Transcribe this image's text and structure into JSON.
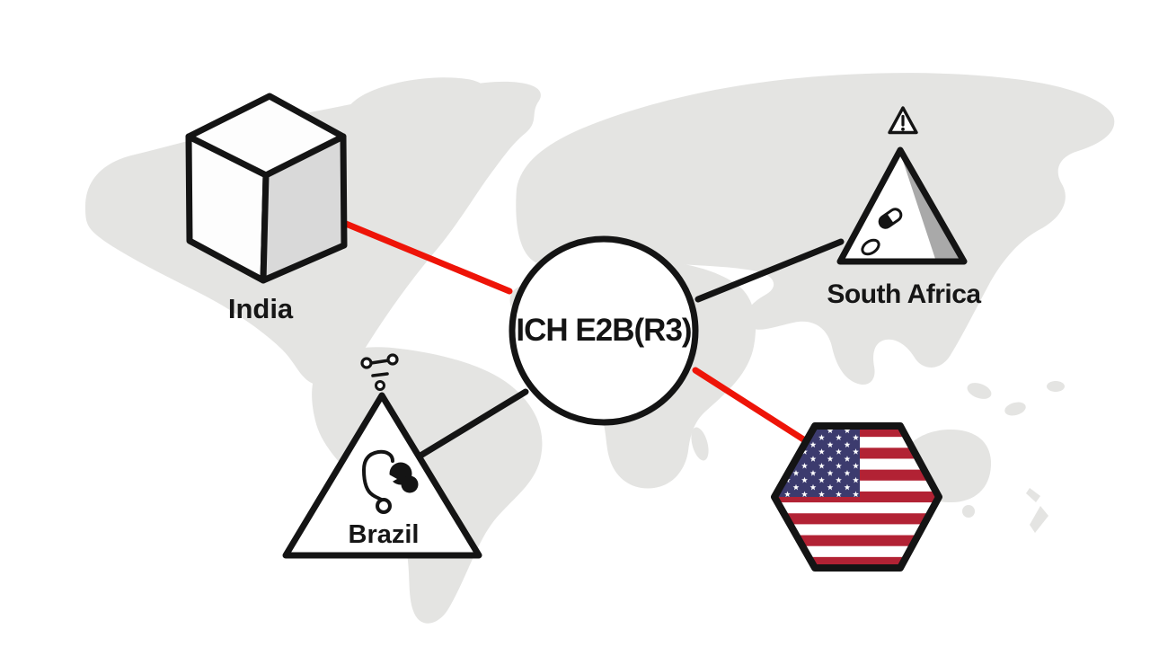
{
  "diagram": {
    "type": "hub-and-spoke",
    "background": "faded-world-map",
    "center": {
      "label": "ICH E2B(R3)",
      "shape": "circle"
    },
    "nodes": [
      {
        "id": "india",
        "label": "India",
        "shape": "isometric-cube",
        "icon": "cube-icon",
        "connector_color": "#ee1408"
      },
      {
        "id": "south-africa",
        "label": "South Africa",
        "shape": "pyramid",
        "icons": [
          "warning-icon",
          "capsule-icon",
          "pill-icon"
        ],
        "connector_color": "#141414"
      },
      {
        "id": "brazil",
        "label": "Brazil",
        "shape": "triangle",
        "icons": [
          "network-nodes-icon",
          "stethoscope-icon"
        ],
        "connector_color": "#141414"
      },
      {
        "id": "united-states",
        "label": "",
        "shape": "hexagon",
        "icon": "us-flag-icon",
        "connector_color": "#ee1408"
      }
    ],
    "colors": {
      "line_red": "#ee1408",
      "line_black": "#141414",
      "ink": "#141414",
      "map_gray": "#e4e4e2",
      "cube_shade": "#d9d9d9",
      "pyramid_shade": "#a9a9a9",
      "flag_blue": "#3c3b6e",
      "flag_red": "#b22234",
      "background": "#ffffff"
    }
  }
}
